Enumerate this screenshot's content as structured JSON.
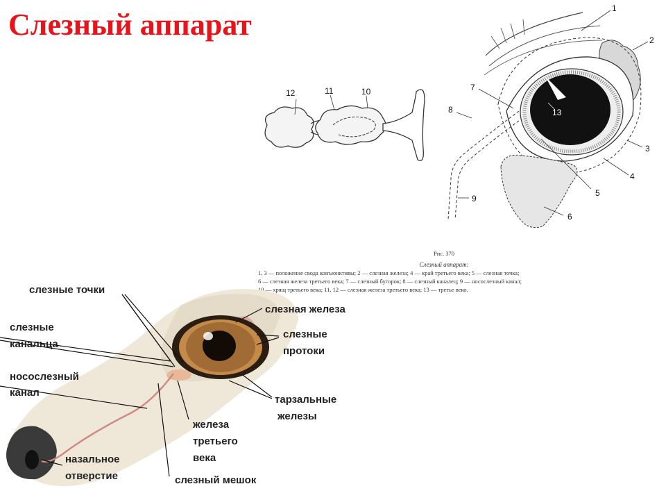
{
  "title": "Слезный аппарат",
  "figure_top_right": {
    "numbers": [
      "1",
      "2",
      "3",
      "4",
      "5",
      "6",
      "7",
      "8",
      "9",
      "10",
      "11",
      "12",
      "13"
    ],
    "figure_label": "Рис. 370",
    "caption_title": "Слезный аппарат:",
    "caption_lines": [
      "1, 3 — положение свода конъюнктивы; 2 — слезная железа; 4 — край третьего века; 5 — слезная точка;",
      "6 — слезная железа третьего века; 7 — слезный бугорок; 8 — слезный каналец; 9 — носослезный канал;",
      "10 — хрящ третьего века; 11, 12 — слезная железа третьего века; 13 — третье веко."
    ]
  },
  "figure_bottom_left": {
    "labels": {
      "lacrimal_points": "слезные точки",
      "canaliculi_1": "слезные",
      "canaliculi_2": "канальца",
      "nasolacrimal_1": "носослезный",
      "nasolacrimal_2": "канал",
      "nasal_opening_1": "назальное",
      "nasal_opening_2": "отверстие",
      "lacrimal_gland": "слезная железа",
      "ducts_1": "слезные",
      "ducts_2": "протоки",
      "tarsal_1": "тарзальные",
      "tarsal_2": "железы",
      "third_eyelid_gland_1": "железа",
      "third_eyelid_gland_2": "третьего",
      "third_eyelid_gland_3": "века",
      "lacrimal_sac": "слезный мешок"
    }
  }
}
